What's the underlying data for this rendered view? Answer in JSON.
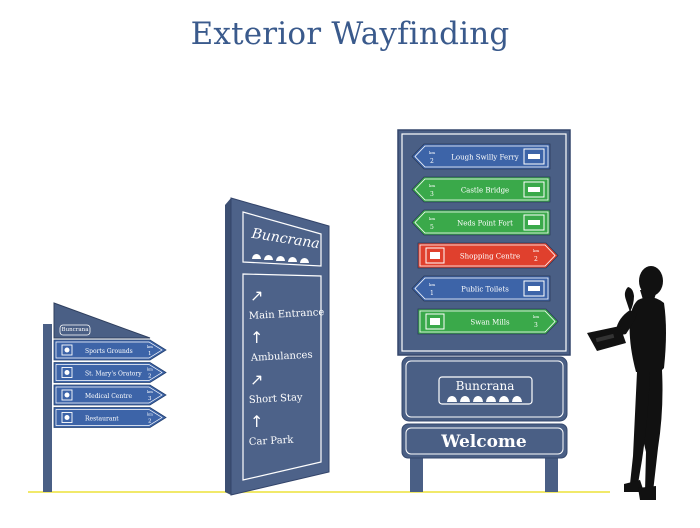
{
  "title": "Exterior Wayfinding",
  "colors": {
    "sign_navy": "#4a5f85",
    "sign_dark": "#3e5177",
    "green": "#3aa94a",
    "red": "#e0402d",
    "blue_arrow": "#3d64a8",
    "ground_line": "#f1e96a",
    "title": "#3a5a8c"
  },
  "small_sign": {
    "header": "Buncrana",
    "rows": [
      {
        "label": "Sports Grounds",
        "unit": "km",
        "dist": "1",
        "icon": "stadium-icon"
      },
      {
        "label": "St. Mary's Oratory",
        "unit": "km",
        "dist": "2",
        "icon": "church-icon"
      },
      {
        "label": "Medical Centre",
        "unit": "km",
        "dist": "3",
        "icon": "medical-cross-icon"
      },
      {
        "label": "Restaurant",
        "unit": "km",
        "dist": "2",
        "icon": "cup-icon"
      }
    ]
  },
  "totem": {
    "header": "Buncrana",
    "items": [
      {
        "label": "Main Entrance",
        "arrow": "↗"
      },
      {
        "label": "Ambulances",
        "arrow": "↑"
      },
      {
        "label": "Short Stay",
        "arrow": "↗"
      },
      {
        "label": "Car Park",
        "arrow": "↑"
      }
    ]
  },
  "big_sign": {
    "arrows": [
      {
        "label": "Lough Swilly Ferry",
        "unit": "km",
        "dist": "2",
        "dir": "left",
        "color": "blue",
        "icon": "ferry-icon"
      },
      {
        "label": "Castle Bridge",
        "unit": "km",
        "dist": "3",
        "dir": "left",
        "color": "green",
        "icon": "bridge-icon"
      },
      {
        "label": "Neds Point Fort",
        "unit": "km",
        "dist": "5",
        "dir": "left",
        "color": "green",
        "icon": "fort-icon"
      },
      {
        "label": "Shopping Centre",
        "unit": "km",
        "dist": "2",
        "dir": "right",
        "color": "red",
        "icon": "cart-icon"
      },
      {
        "label": "Public Toilets",
        "unit": "km",
        "dist": "1",
        "dir": "left",
        "color": "blue",
        "icon": "toilets-icon"
      },
      {
        "label": "Swan Mills",
        "unit": "km",
        "dist": "3",
        "dir": "right",
        "color": "green",
        "icon": "mill-icon"
      }
    ],
    "logo": "Buncrana",
    "welcome": "Welcome"
  }
}
